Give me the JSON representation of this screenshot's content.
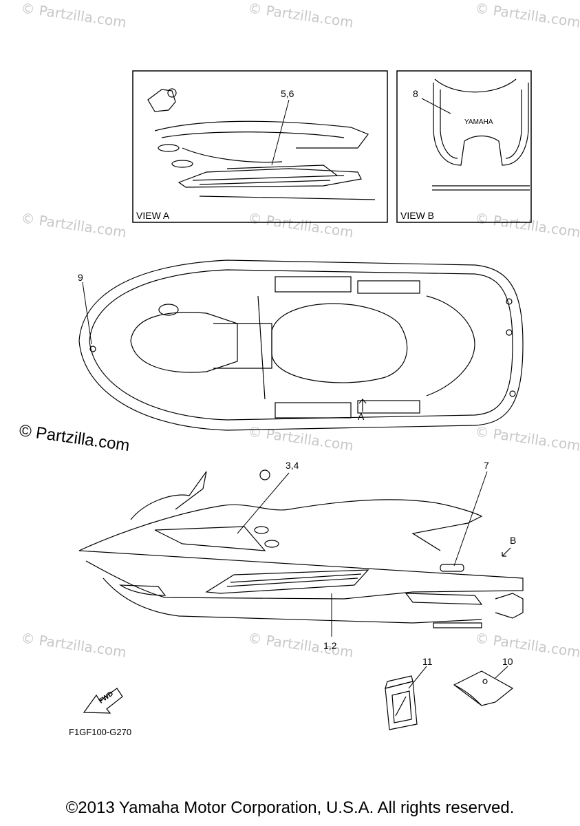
{
  "watermark_text": "© Partzilla.com",
  "watermark_main": "© Partzilla.com",
  "views": {
    "view_a": "VIEW A",
    "view_b": "VIEW B"
  },
  "callouts": {
    "c56": "5,6",
    "c8": "8",
    "c9": "9",
    "cA": "A",
    "c34": "3,4",
    "c7": "7",
    "cB": "B",
    "c12": "1,2",
    "c11": "11",
    "c10": "10"
  },
  "view_b_logo": "YAMAHA",
  "fwd_label": "FWD",
  "diagram_code": "F1GF100-G270",
  "copyright": "©2013 Yamaha Motor Corporation, U.S.A. All rights reserved."
}
